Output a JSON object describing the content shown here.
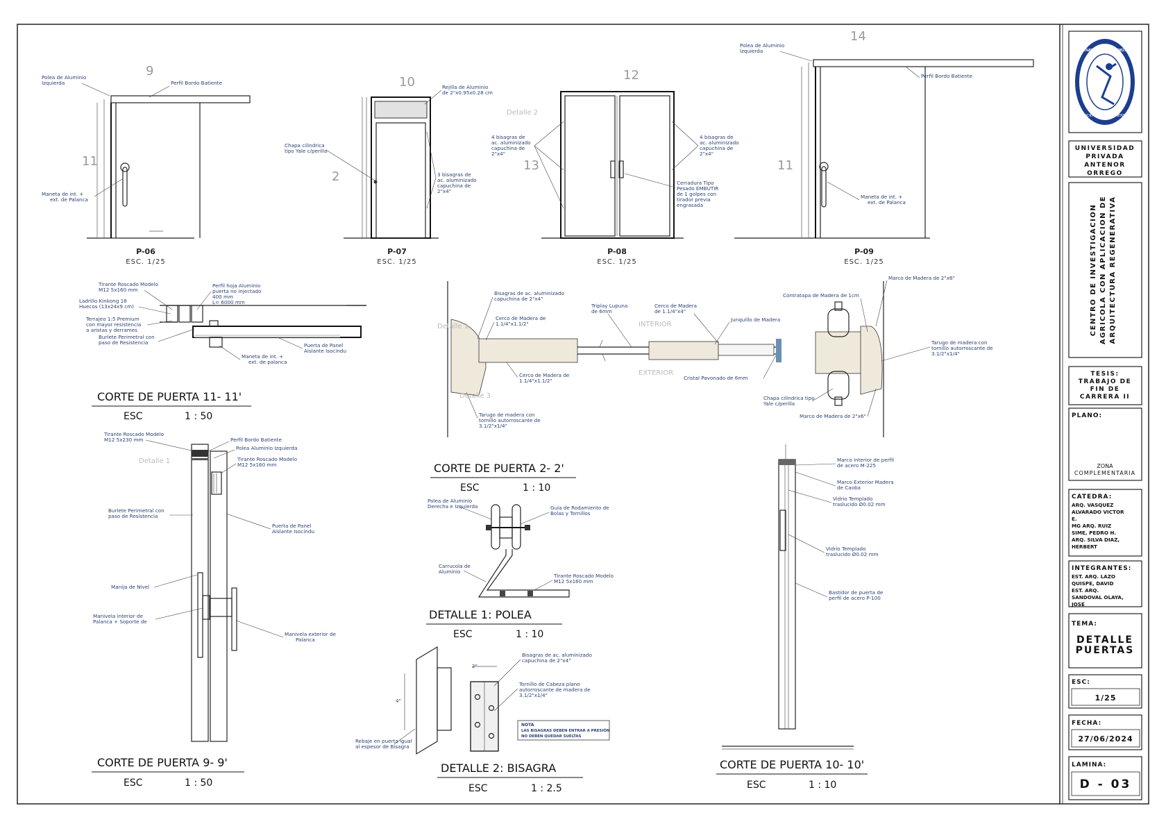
{
  "title_block": {
    "university": [
      "UNIVERSIDAD",
      "PRIVADA",
      "ANTENOR",
      "ORREGO"
    ],
    "seal_ring_text": "UNIVERSIDAD PRIVADA ANTENOR ORREGO",
    "seal_motto": "SCIENTIA ET HUMANITAS",
    "project": [
      "CENTRO DE INVESTIGACION",
      "AGRICOLA CON APLICACION DE",
      "ARQUITECTURA REGENERATIVA"
    ],
    "tesis": [
      "TESIS:",
      "TRABAJO DE",
      "FIN DE",
      "CARRERA II"
    ],
    "plano_label": "PLANO:",
    "plano_value": [
      "ZONA",
      "COMPLEMENTARIA"
    ],
    "catedra_label": "CATEDRA:",
    "catedra_lines": [
      "ARQ. VASQUEZ",
      "ALVARADO VICTOR",
      "E.",
      "MG ARQ. RUIZ",
      "SIME, PEDRO H.",
      "ARQ. SILVA DIAZ,",
      "HERBERT"
    ],
    "integrantes_label": "INTEGRANTES:",
    "integrantes_lines": [
      "EST. ARQ. LAZO",
      "QUISPE, DAVID",
      "EST. ARQ.",
      "SANDOVAL OLAYA,",
      "JOSE"
    ],
    "tema_label": "TEMA:",
    "tema_value": [
      "DETALLE",
      "PUERTAS"
    ],
    "esc_label": "ESC:",
    "esc_value": "1/25",
    "fecha_label": "FECHA:",
    "fecha_value": "27/06/2024",
    "lamina_label": "LAMINA:",
    "lamina_value": "D - 03"
  },
  "elevations": {
    "p06": {
      "title": "P-06",
      "esc": "ESC. 1/25",
      "num_top": "9",
      "num_side": "11",
      "labels": [
        "Polea de Aluminio",
        "Izquierda",
        "Perfil Bordo Batiente",
        "Maneta de int. +",
        "ext. de Palanca"
      ]
    },
    "p07": {
      "title": "P-07",
      "esc": "ESC. 1/25",
      "num_top": "10",
      "num_side": "2",
      "labels": [
        "Rejilla de Aluminio",
        "de 2\"x0.95x0.28 cm",
        "Chapa cilindrica",
        "tipo Yale c/perilla",
        "3 bisagras de",
        "ac. aluminizado",
        "capuchina de",
        "2\"x4\""
      ]
    },
    "p08": {
      "title": "P-08",
      "esc": "ESC. 1/25",
      "num_top": "12",
      "num_side": "13",
      "ghost": "Detalle 2",
      "labels_left": [
        "4 bisagras de",
        "ac. aluminizado",
        "capuchina de",
        "2\"x4\""
      ],
      "labels_right": [
        "4 bisagras de",
        "ac. aluminizado",
        "capuchina de",
        "2\"x4\"",
        "Cerradura Tipo",
        "Pesado EMBUTIR",
        "de 1 golpes con",
        "tirador previa",
        "engrasada"
      ]
    },
    "p09": {
      "title": "P-09",
      "esc": "ESC. 1/25",
      "num_top": "14",
      "num_side": "11",
      "labels": [
        "Polea de Aluminio",
        "Izquierda",
        "Perfil Bordo Batiente",
        "Maneta de int. +",
        "ext. de Palanca"
      ]
    }
  },
  "corte_11": {
    "title": "CORTE DE PUERTA 11- 11'",
    "esc_label": "ESC",
    "esc_value": "1 : 50",
    "labels": [
      "Tirante Roscado Modelo",
      "M12 5x160 mm",
      "Ladrillo Kinkong 18",
      "Huecos (13x24x9 cm)",
      "Terrajeo 1:5 Premium",
      "con mayor resistencia",
      "a aristas y derrames",
      "Burlete Perimetral con",
      "paso de Resistencia",
      "Perfil hoja Aluminio",
      "puerta no injectado",
      "400 mm",
      "L= 6000 mm",
      "Puerta de Panel",
      "Aislante Isocindu",
      "Maneta de int. +",
      "ext. de palanca"
    ]
  },
  "corte_9": {
    "title": "CORTE DE PUERTA 9- 9'",
    "esc_label": "ESC",
    "esc_value": "1 : 50",
    "ghost": "Detalle 1",
    "labels": [
      "Tirante Roscado Modelo",
      "M12 5x230 mm",
      "Perfil Bordo Batiente",
      "Polea Aluminio Izquierda",
      "Tirante Roscado Modelo",
      "M12 5x160 mm",
      "Burlete Perimetral con",
      "paso de Resistencia",
      "Puerta de Panel",
      "Aislante Isocindu",
      "Manija de Nivel",
      "Manivela interior de",
      "Palanca + Soporte de",
      "Manivela exterior de",
      "Palanca"
    ]
  },
  "corte_2": {
    "title": "CORTE DE PUERTA 2- 2'",
    "esc_label": "ESC",
    "esc_value": "1 : 10",
    "ghosts": [
      "Detalle 1",
      "Detalle 3",
      "INTERIOR",
      "EXTERIOR"
    ],
    "labels": [
      "Bisagras de ac. aluminizado",
      "capuchina de 2\"x4\"",
      "Cerco de Madera de",
      "1.1/4\"x1.1/2\"",
      "Cerco de Madera de",
      "1.1/4\"x1.1/2\"",
      "Tarugo de madera con",
      "tornillo autorroscante de",
      "3.1/2\"x1/4\"",
      "Triplay Lupuna",
      "de 6mm",
      "Cerco de Madera",
      "de 1.1/4\"x4\"",
      "Junquillo de Madera",
      "Cristal Pavonado de 6mm",
      "Contratapa de Madera de 1cm",
      "Marco de Madera de 2\"x6\"",
      "Tarugo de madera con",
      "tornillo autorroscante de",
      "3.1/2\"x1/4\"",
      "Chapa cilindrica tipo",
      "Yale c/perilla",
      "Marco de Madera de 2\"x6\""
    ]
  },
  "detalle_1": {
    "title": "DETALLE 1: POLEA",
    "esc_label": "ESC",
    "esc_value": "1 : 10",
    "labels": [
      "Polea de Aluminio",
      "Derecha e Izquierda",
      "Guia de Rodamiento de",
      "Bolas y Tornillos",
      "Carrucola de",
      "Aluminio",
      "Tirante Roscado Modelo",
      "M12 5x160 mm"
    ]
  },
  "detalle_2": {
    "title": "DETALLE 2: BISAGRA",
    "esc_label": "ESC",
    "esc_value": "1 : 2.5",
    "dims": [
      "2\"",
      "4\""
    ],
    "labels": [
      "Bisagras de ac. aluminizado",
      "capuchina de 2\"x4\"",
      "Tornillo de Cabeza plano",
      "autorroscante de madera de",
      "3.1/2\"x1/4\"",
      "Rebaje en puerta igual",
      "al espesor de Bisagra"
    ],
    "note": [
      "NOTA",
      "LAS BISAGRAS DEBEN ENTRAR A PRESIÓN",
      "NO DEBEN QUEDAR SUELTAS"
    ]
  },
  "corte_10": {
    "title": "CORTE DE PUERTA 10- 10'",
    "esc_label": "ESC",
    "esc_value": "1 : 10",
    "labels": [
      "Marco interior de perfil",
      "de acero M-225",
      "Marco Exterior Madera",
      "de Caoba",
      "Vidrio Templado",
      "traslucido Ø0.02 mm",
      "Vidrio Templado",
      "traslucido Ø0.02 mm",
      "Bastidor de puerta de",
      "perfil de acero P-100"
    ]
  }
}
